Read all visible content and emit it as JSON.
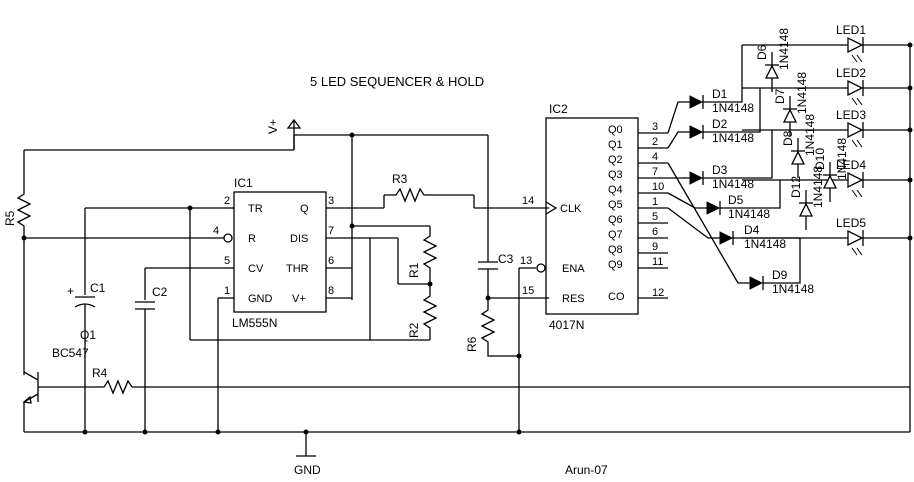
{
  "title": "5 LED SEQUENCER & HOLD",
  "author": "Arun-07",
  "supply_label": "V+",
  "ground_label": "GND",
  "ic1": {
    "designator": "IC1",
    "part": "LM555N",
    "pins_left": [
      "TR",
      "R",
      "CV",
      "GND"
    ],
    "pins_right": [
      "Q",
      "DIS",
      "THR",
      "V+"
    ],
    "pin_numbers_left": [
      "2",
      "4",
      "5",
      "1"
    ],
    "pin_numbers_right": [
      "3",
      "7",
      "6",
      "8"
    ]
  },
  "ic2": {
    "designator": "IC2",
    "part": "4017N",
    "clk_label": "CLK",
    "ena_label": "ENA",
    "res_label": "RES",
    "clk_pin": "14",
    "ena_pin": "13",
    "res_pin": "15",
    "outputs": [
      "Q0",
      "Q1",
      "Q2",
      "Q3",
      "Q4",
      "Q5",
      "Q6",
      "Q7",
      "Q8",
      "Q9",
      "CO"
    ],
    "output_pins": [
      "3",
      "2",
      "4",
      "7",
      "10",
      "1",
      "5",
      "6",
      "9",
      "11",
      "12"
    ]
  },
  "resistors": [
    "R1",
    "R2",
    "R3",
    "R4",
    "R5",
    "R6"
  ],
  "capacitors": [
    "C1",
    "C2",
    "C3"
  ],
  "transistor": {
    "designator": "Q1",
    "part": "BC547"
  },
  "diodes": [
    {
      "designator": "D1",
      "part": "1N4148"
    },
    {
      "designator": "D2",
      "part": "1N4148"
    },
    {
      "designator": "D3",
      "part": "1N4148"
    },
    {
      "designator": "D4",
      "part": "1N4148"
    },
    {
      "designator": "D5",
      "part": "1N4148"
    },
    {
      "designator": "D9",
      "part": "1N4148"
    }
  ],
  "vertical_diodes": [
    {
      "designator": "D6",
      "part": "1N4148"
    },
    {
      "designator": "D7",
      "part": "1N4148"
    },
    {
      "designator": "D8",
      "part": "1N4148"
    },
    {
      "designator": "D10",
      "part": "1N4148"
    },
    {
      "designator": "D12",
      "part": "1N4148"
    }
  ],
  "leds": [
    "LED1",
    "LED2",
    "LED3",
    "LED4",
    "LED5"
  ]
}
